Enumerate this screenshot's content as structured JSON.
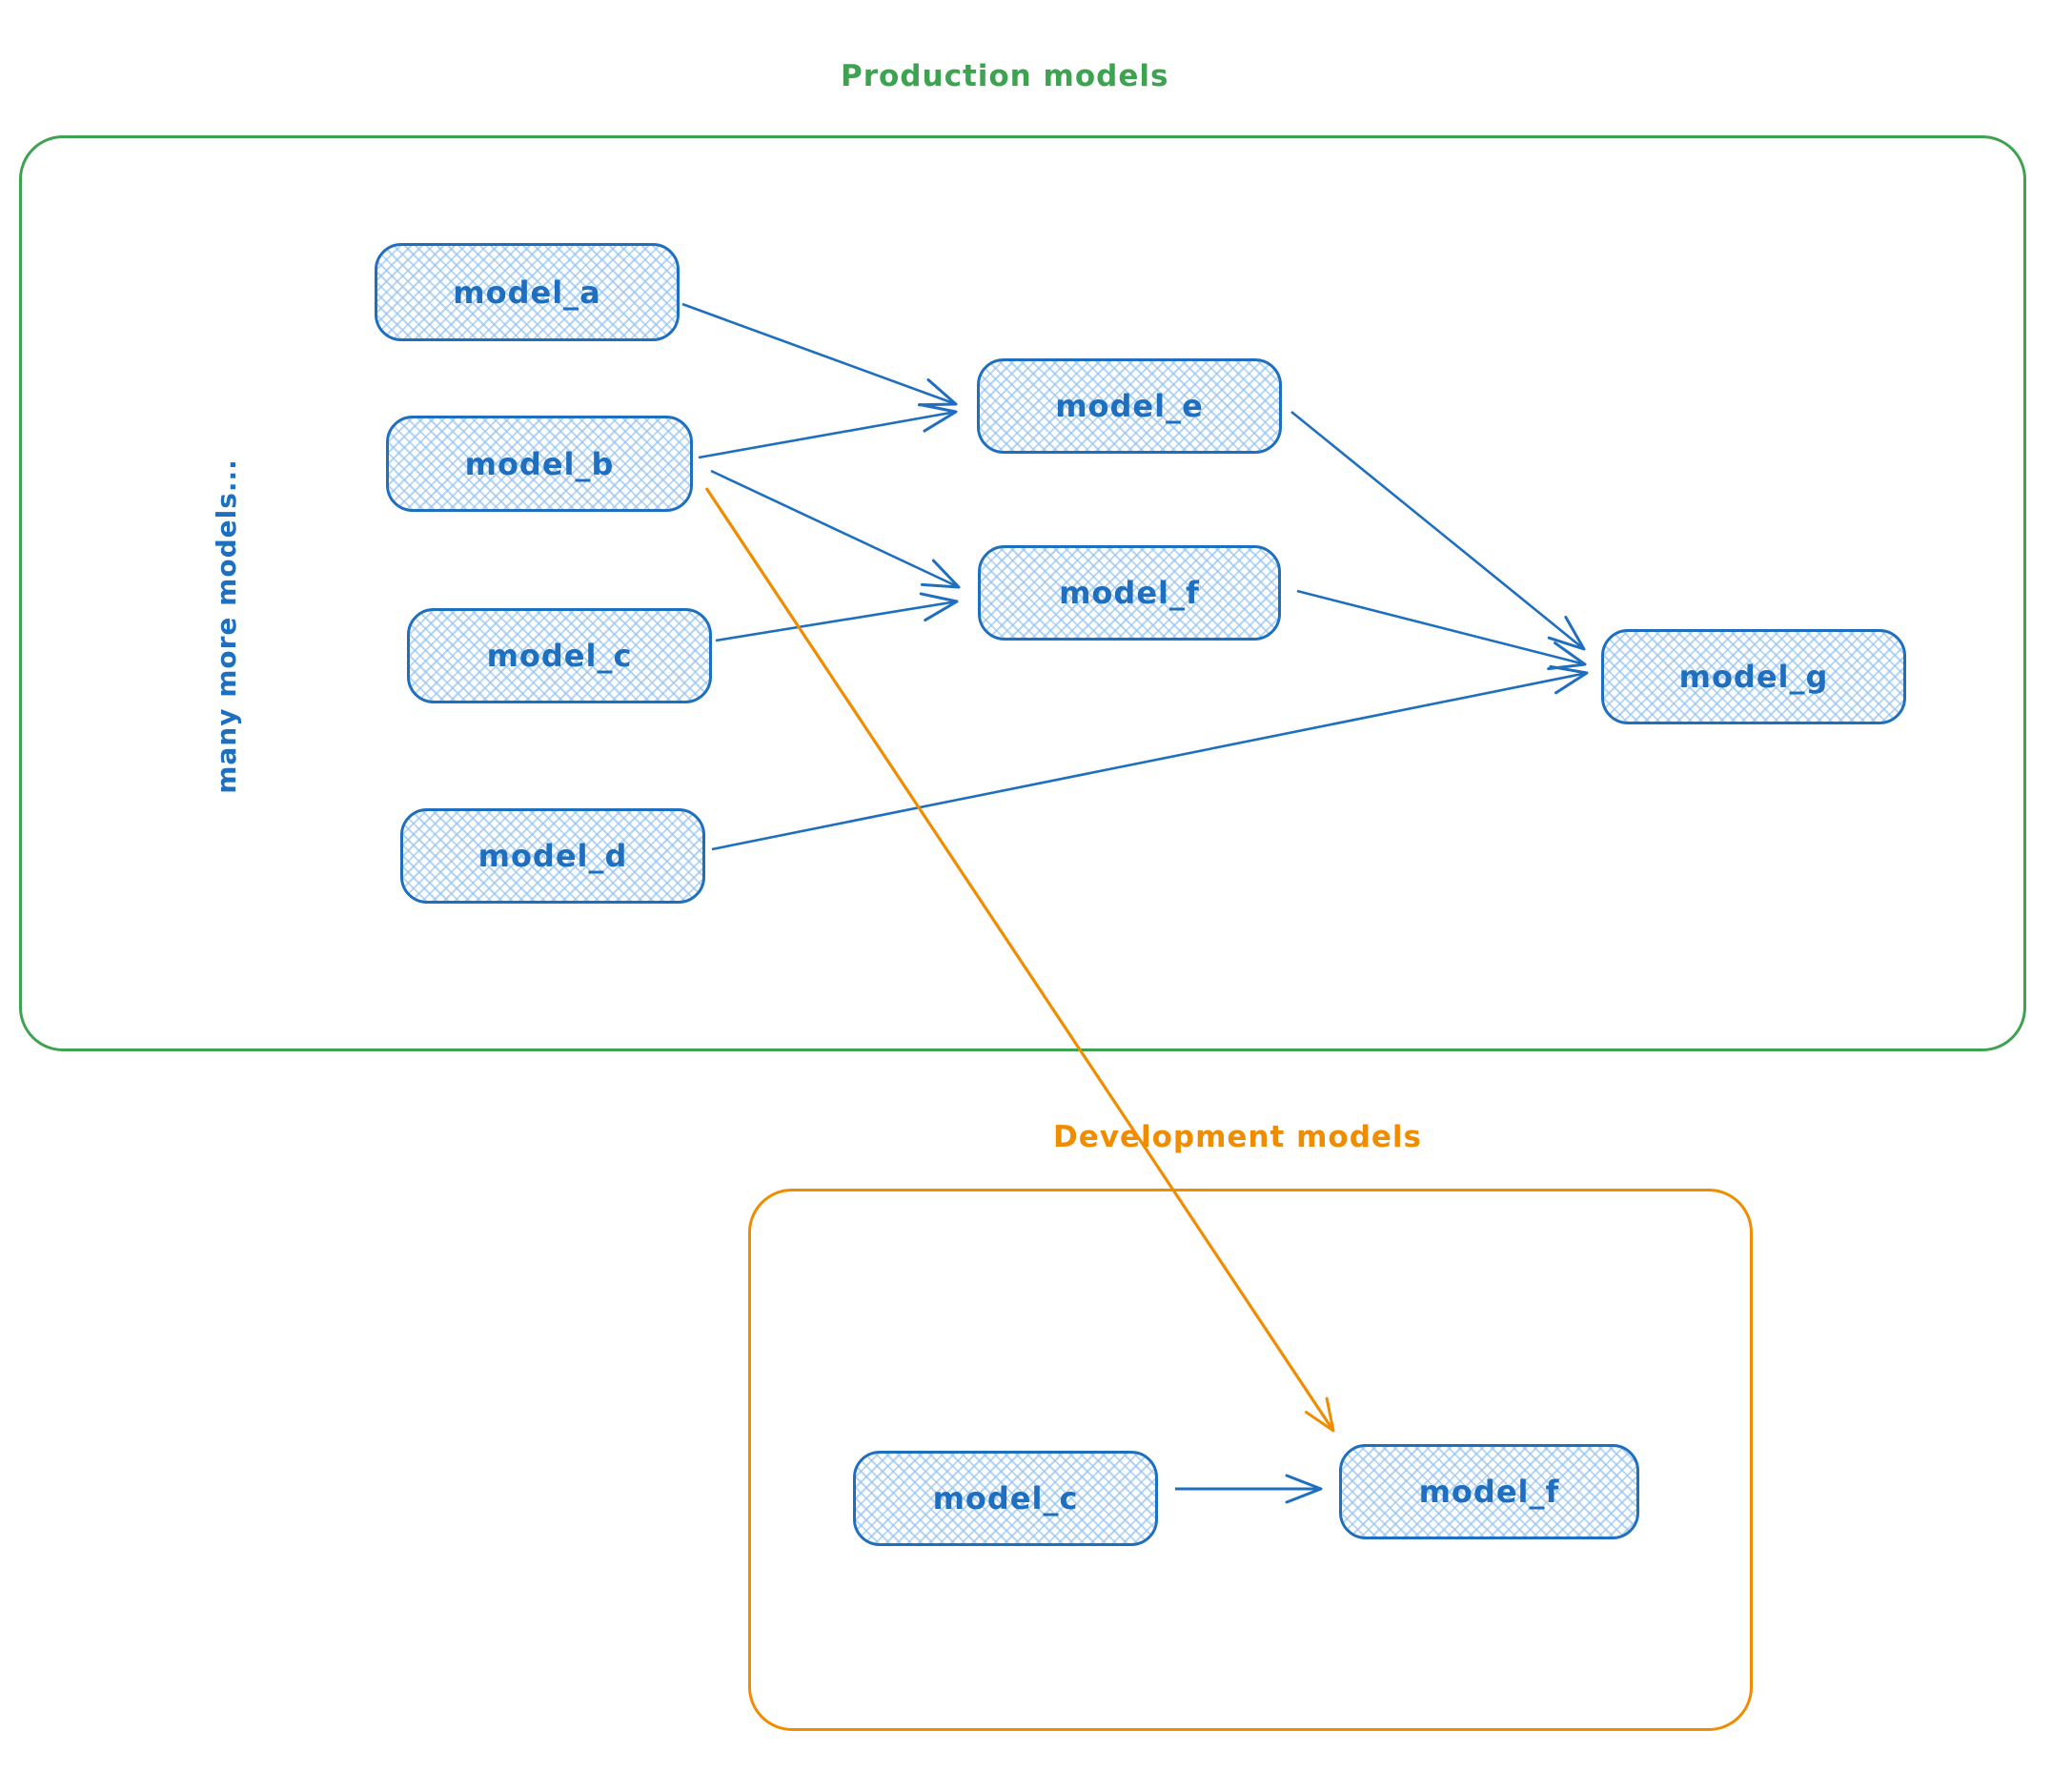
{
  "groups": {
    "production": {
      "title": "Production models",
      "color": "#3da351"
    },
    "development": {
      "title": "Development models",
      "color": "#f08c00"
    }
  },
  "side_note": "many more models...",
  "production_nodes": [
    {
      "id": "model_a",
      "label": "model_a"
    },
    {
      "id": "model_b",
      "label": "model_b"
    },
    {
      "id": "model_c",
      "label": "model_c"
    },
    {
      "id": "model_d",
      "label": "model_d"
    },
    {
      "id": "model_e",
      "label": "model_e"
    },
    {
      "id": "model_f",
      "label": "model_f"
    },
    {
      "id": "model_g",
      "label": "model_g"
    }
  ],
  "development_nodes": [
    {
      "id": "dev_model_c",
      "label": "model_c"
    },
    {
      "id": "dev_model_f",
      "label": "model_f"
    }
  ],
  "edges": [
    {
      "from": "model_a",
      "to": "model_e",
      "color": "#1e6fc0"
    },
    {
      "from": "model_b",
      "to": "model_e",
      "color": "#1e6fc0"
    },
    {
      "from": "model_b",
      "to": "model_f",
      "color": "#1e6fc0"
    },
    {
      "from": "model_c",
      "to": "model_f",
      "color": "#1e6fc0"
    },
    {
      "from": "model_e",
      "to": "model_g",
      "color": "#1e6fc0"
    },
    {
      "from": "model_f",
      "to": "model_g",
      "color": "#1e6fc0"
    },
    {
      "from": "model_d",
      "to": "model_g",
      "color": "#1e6fc0"
    },
    {
      "from": "model_b",
      "to": "dev_model_f",
      "color": "#f08c00"
    },
    {
      "from": "dev_model_c",
      "to": "dev_model_f",
      "color": "#1e6fc0"
    }
  ],
  "node_style": {
    "stroke": "#1e6fc0",
    "fill": "#a5d8ff"
  }
}
